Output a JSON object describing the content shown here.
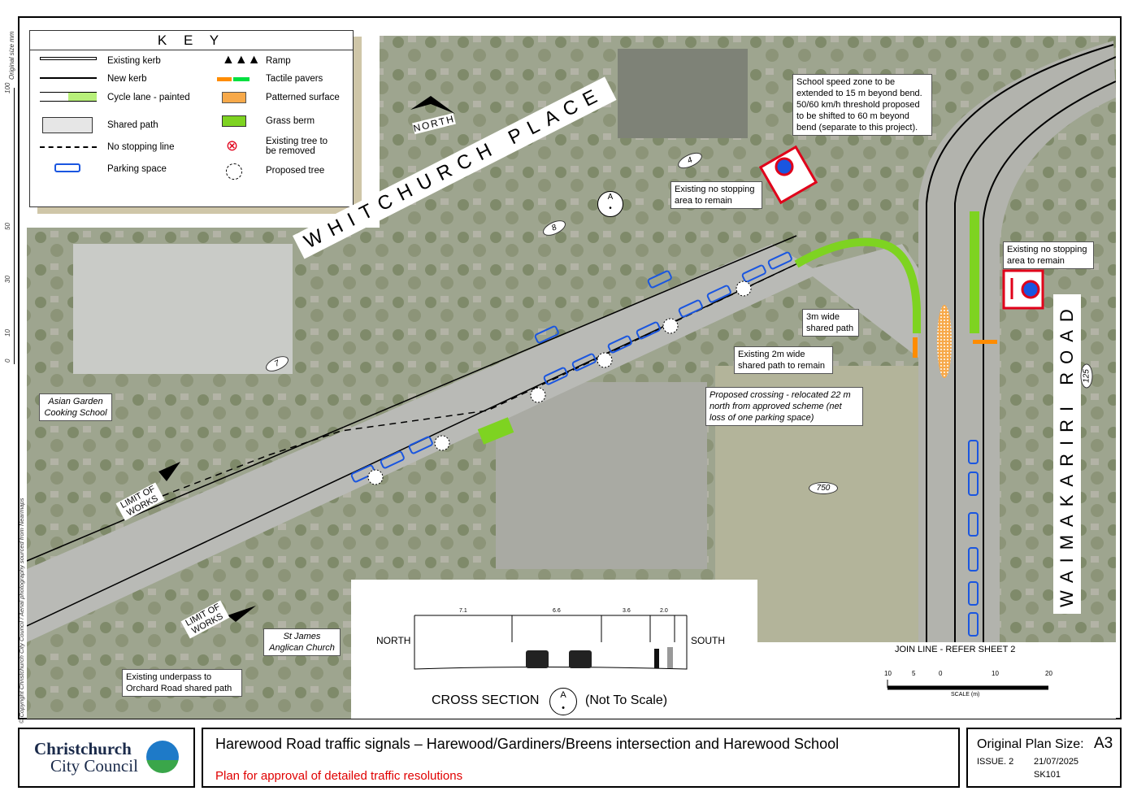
{
  "key": {
    "title": "K E Y",
    "items_left": [
      "Existing kerb",
      "New kerb",
      "Cycle lane - painted",
      "Shared path",
      "No stopping line",
      "Parking space"
    ],
    "items_right": [
      "Ramp",
      "Tactile pavers",
      "Patterned surface",
      "Grass berm",
      "Existing tree to be removed",
      "Proposed tree"
    ]
  },
  "labels": {
    "north": "NORTH",
    "whitchurch": "WHITCHURCH PLACE",
    "waimakariri": "WAIMAKARIRI ROAD",
    "limit1": "LIMIT OF WORKS",
    "limit2": "LIMIT OF WORKS",
    "join": "JOIN LINE - REFER SHEET 2",
    "section_marker": "A"
  },
  "notes": {
    "speed": "School speed zone to be extended to 15 m beyond bend. 50/60 km/h threshold proposed to be shifted to 60 m beyond bend (separate to this project).",
    "nostop1": "Existing no stopping area to remain",
    "nostop2": "Existing no stopping area to remain",
    "shared3m": "3m wide shared path",
    "shared2m": "Existing 2m wide shared path to remain",
    "crossing": "Proposed crossing - relocated 22 m north from approved scheme (net loss of one parking space)",
    "asian": "Asian Garden Cooking School",
    "church": "St James Anglican Church",
    "underpass": "Existing underpass to Orchard Road shared path"
  },
  "house_numbers": [
    "4",
    "8",
    "7",
    "750",
    "125"
  ],
  "cross_section": {
    "north": "NORTH",
    "south": "SOUTH",
    "dims": [
      "7.1",
      "6.6",
      "3.6",
      "2.0"
    ],
    "title": "CROSS SECTION",
    "marker": "A",
    "note": "(Not To Scale)"
  },
  "scale": {
    "ticks": [
      "10",
      "5",
      "0",
      "10",
      "20"
    ],
    "label": "SCALE (m)"
  },
  "margin": {
    "original_size": "Original size mm",
    "ticks": [
      "100",
      "50",
      "30",
      "10",
      "0"
    ],
    "copyright": "© Copyright Christchurch City Council  /  Aerial photography sourced from Nearmaps"
  },
  "title_block": {
    "logo_line1": "Christchurch",
    "logo_line2": "City Council",
    "title": "Harewood Road traffic signals – Harewood/Gardiners/Breens intersection and Harewood School",
    "subtitle": "Plan for approval of detailed traffic resolutions",
    "plan_size": "Original Plan Size:",
    "plan_size_value": "A3",
    "issue": "ISSUE. 2",
    "date": "21/07/2025",
    "sheet": "SK101"
  },
  "colors": {
    "grass": "#7ed321",
    "tactile": "#ff8c00",
    "parking": "#1a56e0",
    "red": "#e0001a",
    "subtitle": "#e00000"
  }
}
